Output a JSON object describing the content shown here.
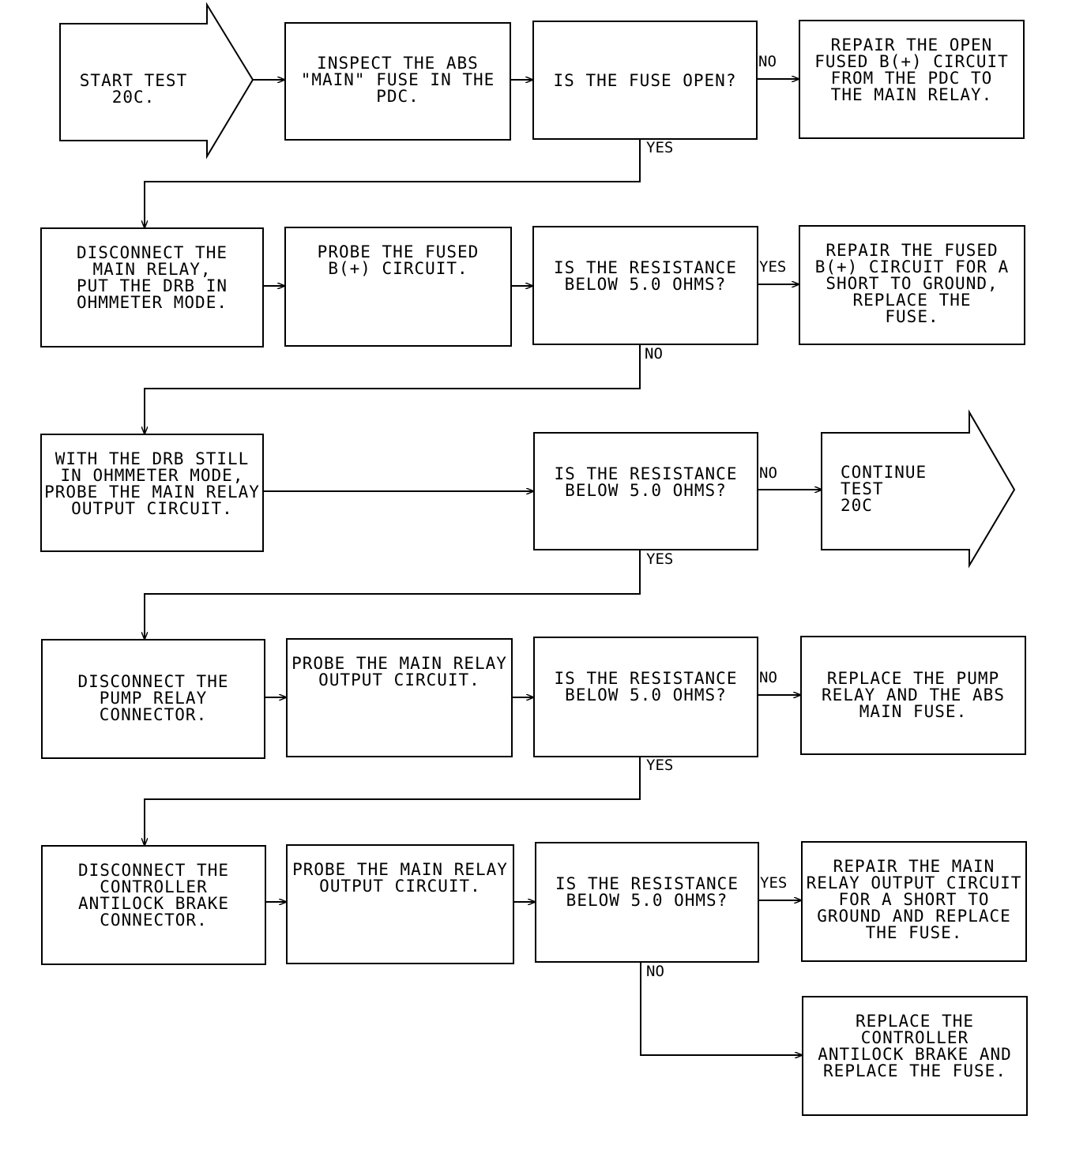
{
  "nodes": {
    "start": "START TEST 20C.",
    "inspect_fuse": "INSPECT THE ABS\n\"MAIN\" FUSE IN THE\nPDC.",
    "q_fuse_open": "IS THE FUSE OPEN?",
    "repair_open": "REPAIR THE OPEN\nFUSED B(+) CIRCUIT\nFROM THE PDC TO\nTHE MAIN RELAY.",
    "disconnect_main_relay": "DISCONNECT THE\nMAIN RELAY,\nPUT THE DRB IN\nOHMMETER MODE.",
    "probe_fused": "PROBE THE FUSED\nB(+) CIRCUIT.",
    "q_resistance_1": "IS THE RESISTANCE\nBELOW 5.0 OHMS?",
    "repair_fused_short": "REPAIR THE FUSED\nB(+) CIRCUIT FOR A\nSHORT TO GROUND,\nREPLACE THE\nFUSE.",
    "probe_output_ohm": "WITH THE DRB STILL\nIN OHMMETER MODE,\nPROBE THE MAIN RELAY\nOUTPUT CIRCUIT.",
    "q_resistance_2": "IS THE RESISTANCE\nBELOW 5.0 OHMS?",
    "continue": "CONTINUE TEST\n20C",
    "disconnect_pump": "DISCONNECT THE\nPUMP RELAY\nCONNECTOR.",
    "probe_output_1": "PROBE THE MAIN RELAY\nOUTPUT CIRCUIT.",
    "q_resistance_3": "IS THE RESISTANCE\nBELOW 5.0 OHMS?",
    "replace_pump": "REPLACE THE PUMP\nRELAY AND THE ABS\nMAIN FUSE.",
    "disconnect_controller": "DISCONNECT THE\nCONTROLLER\nANTILOCK BRAKE\nCONNECTOR.",
    "probe_output_2": "PROBE THE MAIN RELAY\nOUTPUT CIRCUIT.",
    "q_resistance_4": "IS THE RESISTANCE\nBELOW 5.0 OHMS?",
    "repair_output_short": "REPAIR THE MAIN\nRELAY OUTPUT CIRCUIT\nFOR A SHORT TO\nGROUND AND REPLACE\nTHE FUSE.",
    "replace_controller": "REPLACE THE\nCONTROLLER\nANTILOCK BRAKE AND\nREPLACE THE FUSE."
  },
  "labels": {
    "fuse_open_no": "NO",
    "fuse_open_yes": "YES",
    "res1_yes": "YES",
    "res1_no": "NO",
    "res2_no": "NO",
    "res2_yes": "YES",
    "res3_no": "NO",
    "res3_yes": "YES",
    "res4_yes": "YES",
    "res4_no": "NO"
  },
  "colors": {
    "line": "#000000",
    "background": "#ffffff"
  }
}
